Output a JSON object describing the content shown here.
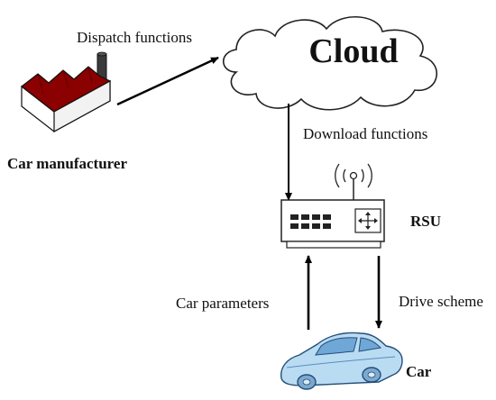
{
  "labels": {
    "dispatch": "Dispatch functions",
    "cloud": "Cloud",
    "download": "Download functions",
    "manufacturer": "Car manufacturer",
    "rsu": "RSU",
    "car_parameters": "Car parameters",
    "drive_scheme": "Drive scheme",
    "car": "Car"
  },
  "colors": {
    "factory_roof": "#8b0000",
    "factory_wall": "#ffffff",
    "chimney": "#3a3a3a",
    "car_body": "#b9dcf3",
    "car_window": "#6fa7d6",
    "arrow": "#000000"
  },
  "icons": {
    "factory": "factory-icon",
    "cloud": "cloud-icon",
    "rsu": "router-icon",
    "car": "car-icon"
  }
}
